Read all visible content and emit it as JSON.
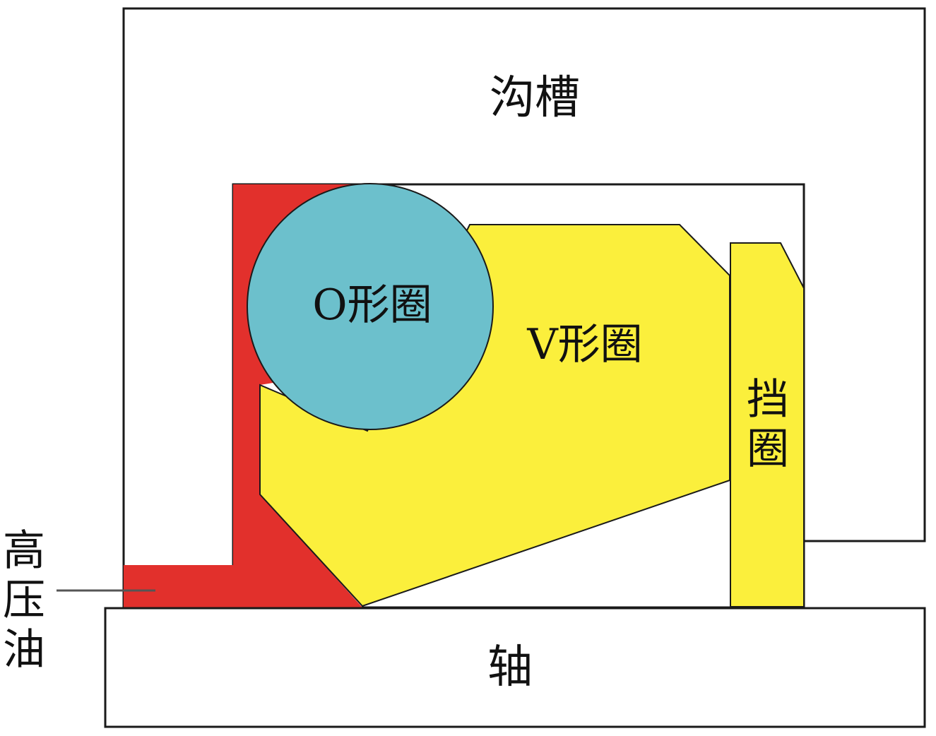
{
  "labels": {
    "groove": "沟槽",
    "o_ring": "O形圈",
    "v_ring": "V形圈",
    "retainer_line1": "挡",
    "retainer_line2": "圈",
    "oil_line1": "高",
    "oil_line2": "压",
    "oil_line3": "油",
    "shaft": "轴"
  },
  "colors": {
    "oil": "#e2302c",
    "o_ring": "#6cc0cc",
    "v_ring": "#fbef3c",
    "retainer": "#fbef3c",
    "outline": "#1a1a1a",
    "background": "#ffffff",
    "leader_line": "#555555"
  }
}
